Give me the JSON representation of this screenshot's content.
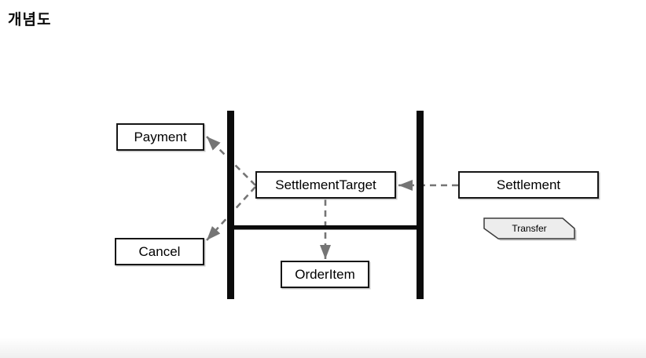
{
  "title": "개념도",
  "diagram": {
    "nodes": [
      {
        "id": "payment",
        "label": "Payment"
      },
      {
        "id": "settlement-target",
        "label": "SettlementTarget"
      },
      {
        "id": "settlement",
        "label": "Settlement"
      },
      {
        "id": "cancel",
        "label": "Cancel"
      },
      {
        "id": "order-item",
        "label": "OrderItem"
      }
    ],
    "tag": {
      "label": "Transfer"
    },
    "edges": [
      {
        "from": "settlement-target",
        "to": "payment",
        "style": "dashed",
        "arrowhead": "filled"
      },
      {
        "from": "settlement-target",
        "to": "cancel",
        "style": "dashed",
        "arrowhead": "filled"
      },
      {
        "from": "settlement",
        "to": "settlement-target",
        "style": "dashed",
        "arrowhead": "filled"
      },
      {
        "from": "settlement-target",
        "to": "order-item",
        "style": "dashed",
        "arrowhead": "filled"
      }
    ],
    "colors": {
      "arrow": "#757575",
      "bar": "#0b0b0b",
      "node_border": "#161616",
      "node_fill": "#ffffff",
      "tag_fill": "#ededed",
      "tag_border": "#3c3c3c",
      "tag_shadow": "#c9c9c9"
    }
  }
}
